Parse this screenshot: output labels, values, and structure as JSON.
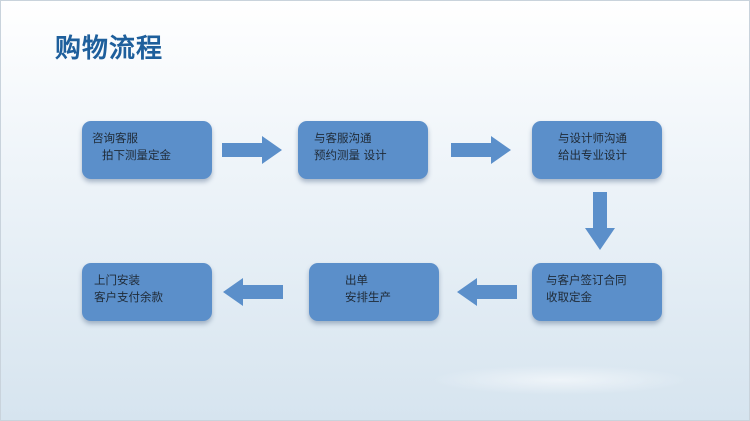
{
  "title": "购物流程",
  "colors": {
    "title": "#1e5f9c",
    "box": "#5b8fca",
    "arrow": "#5b8fca",
    "text": "#1f2a36"
  },
  "steps": [
    {
      "line1": "咨询客服",
      "line2": "拍下测量定金"
    },
    {
      "line1": "与客服沟通",
      "line2": "预约测量  设计"
    },
    {
      "line1": "与设计师沟通",
      "line2": "给出专业设计"
    },
    {
      "line1": "与客户签订合同",
      "line2": "收取定金"
    },
    {
      "line1": "出单",
      "line2": "安排生产"
    },
    {
      "line1": "上门安装",
      "line2": "客户支付余款"
    }
  ]
}
